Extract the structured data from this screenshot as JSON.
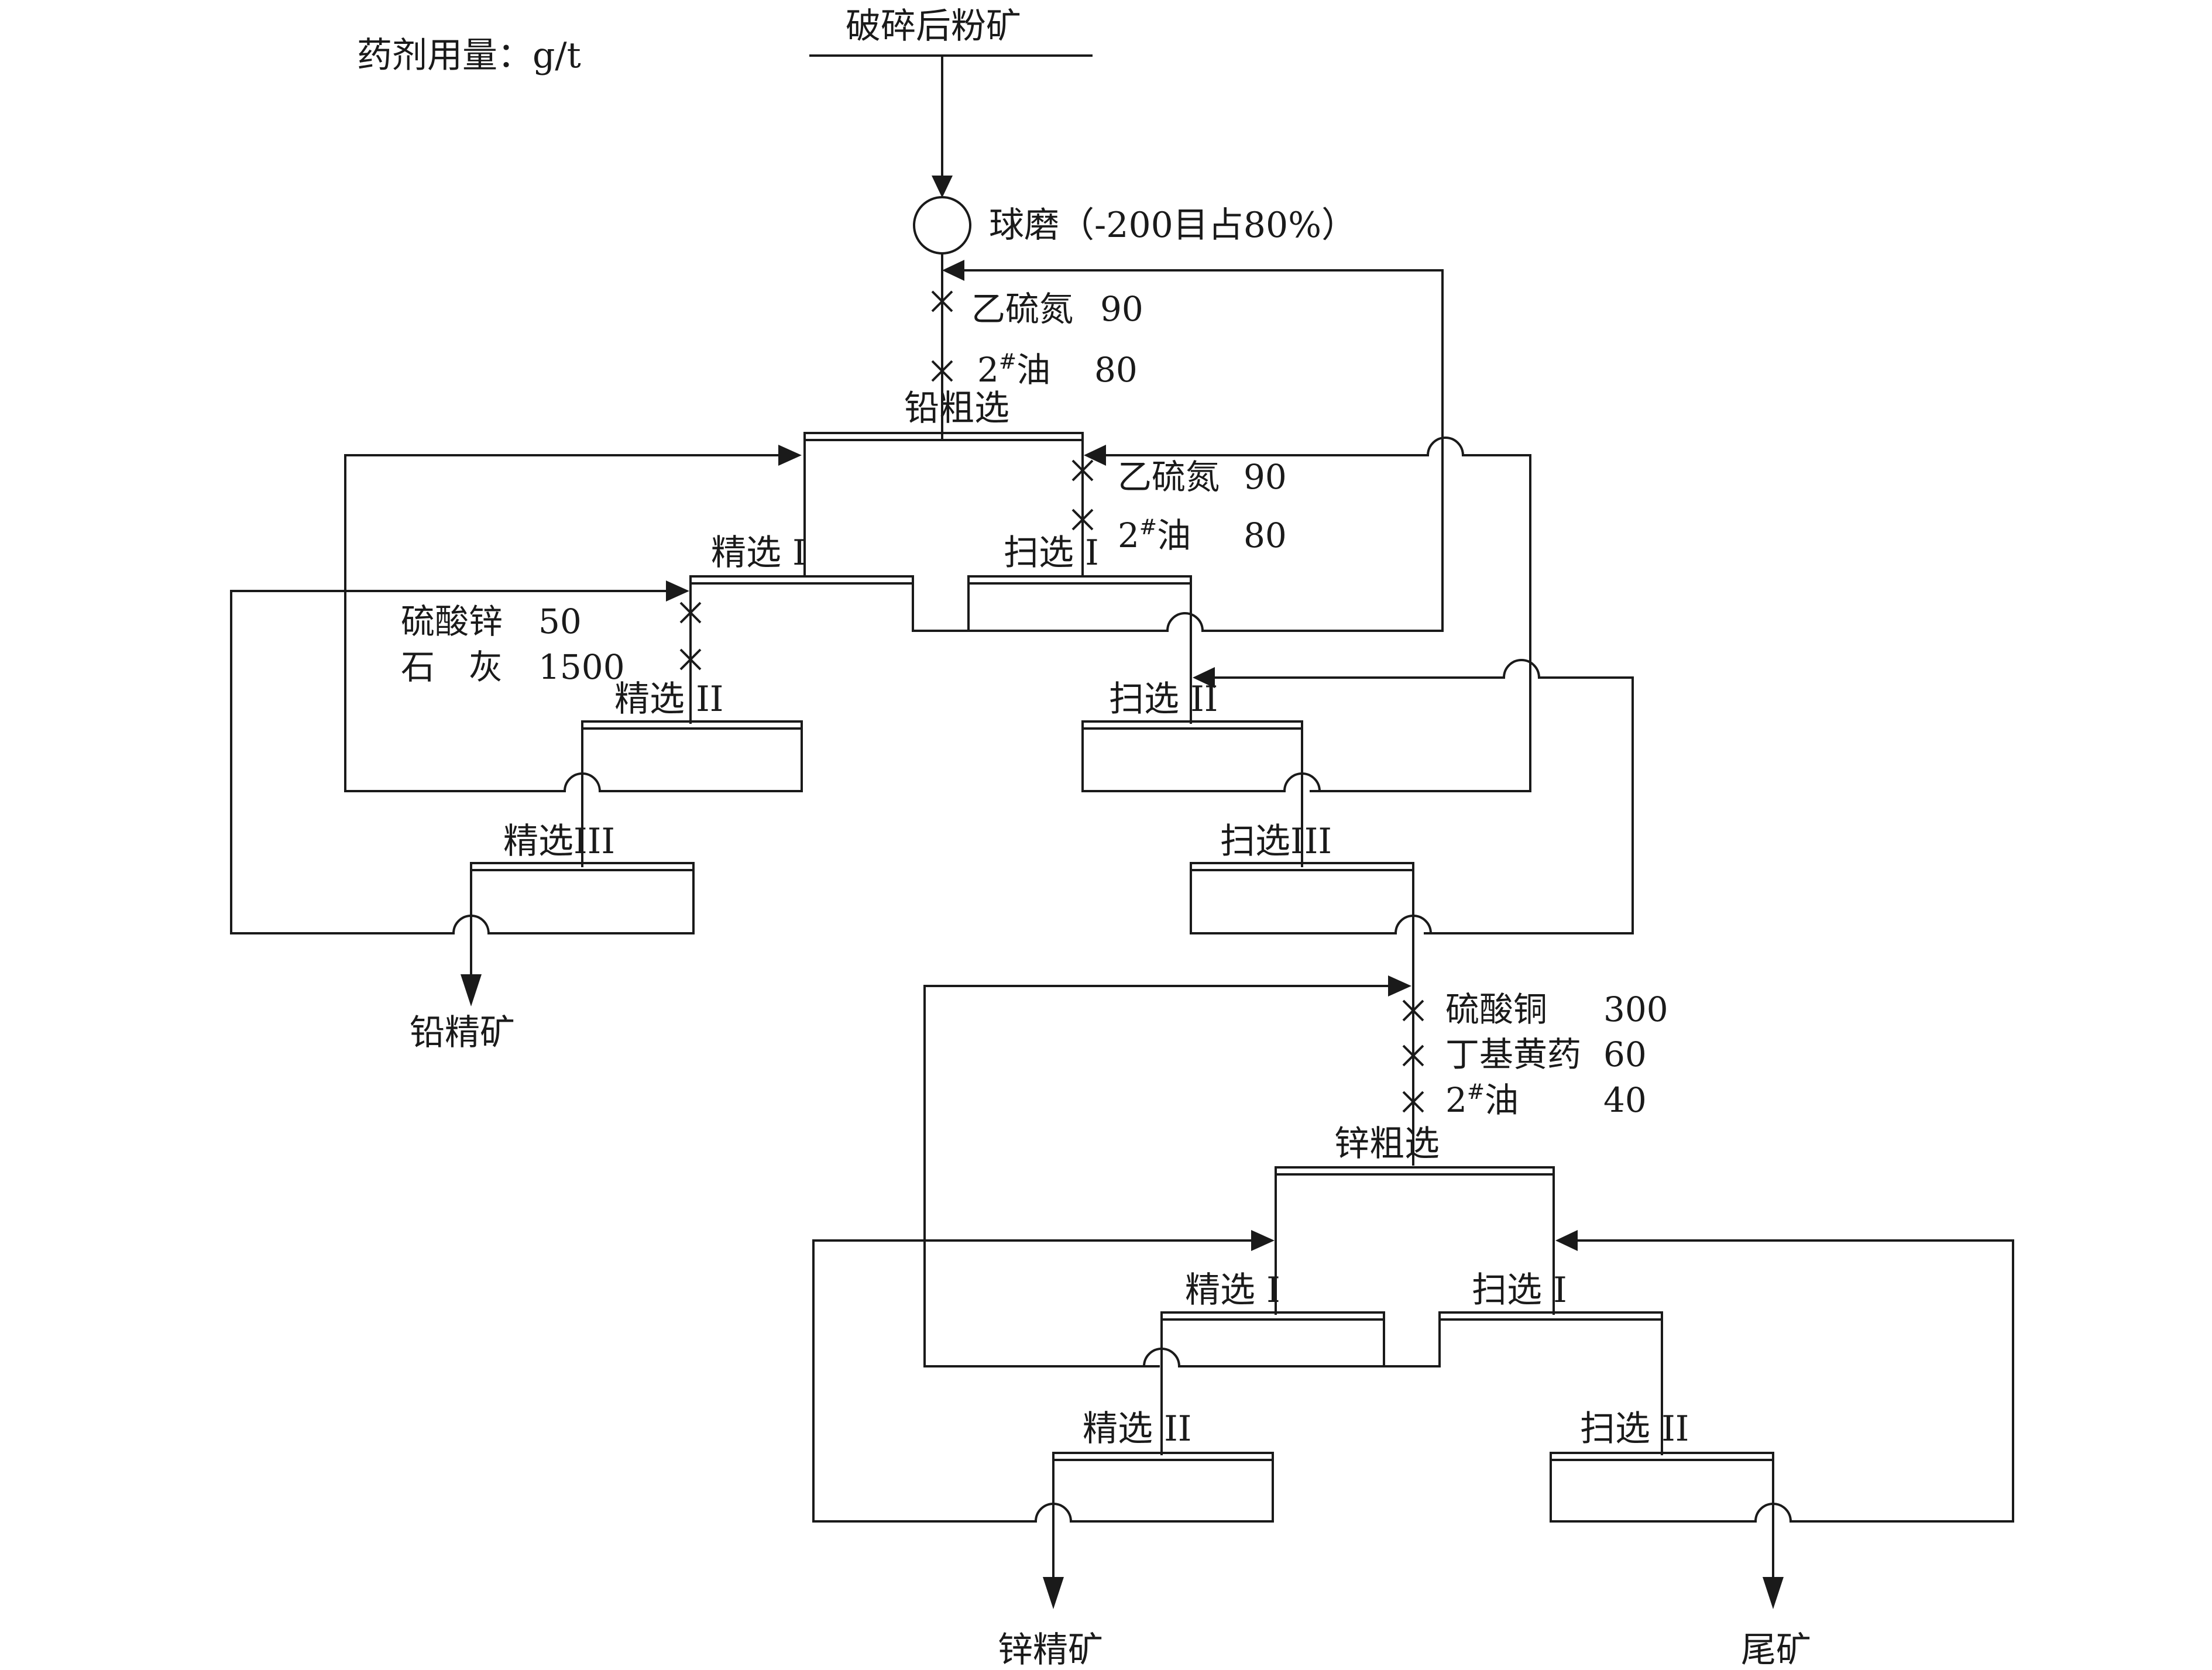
{
  "units_note": "药剂用量：g/t",
  "feed_label": "破碎后粉矿",
  "ball_mill_label": "球磨（-200目占80%）",
  "lead_circuit": {
    "rougher_label": "铅粗选",
    "reagents_rougher": [
      {
        "name": "乙硫氮",
        "dose": "90"
      },
      {
        "name": "2",
        "superscript": "#",
        "suffix": "油",
        "dose": "80"
      }
    ],
    "reagents_scavenger": [
      {
        "name": "乙硫氮",
        "dose": "90"
      },
      {
        "name": "2",
        "superscript": "#",
        "suffix": "油",
        "dose": "80"
      }
    ],
    "reagents_cleaner": [
      {
        "name": "硫酸锌",
        "dose": "50"
      },
      {
        "name": "石　灰",
        "dose": "1500"
      }
    ],
    "cleaner1_label": "精选 I",
    "cleaner2_label": "精选 II",
    "cleaner3_label": "精选III",
    "scavenger1_label": "扫选 I",
    "scavenger2_label": "扫选 II",
    "scavenger3_label": "扫选III",
    "concentrate_label": "铅精矿"
  },
  "zinc_circuit": {
    "rougher_label": "锌粗选",
    "reagents_rougher": [
      {
        "name": "硫酸铜",
        "dose": "300"
      },
      {
        "name": "丁基黄药",
        "dose": "60"
      },
      {
        "name": "2",
        "superscript": "#",
        "suffix": "油",
        "dose": "40"
      }
    ],
    "cleaner1_label": "精选 I",
    "cleaner2_label": "精选 II",
    "scavenger1_label": "扫选 I",
    "scavenger2_label": "扫选 II",
    "concentrate_label": "锌精矿",
    "tailings_label": "尾矿"
  }
}
